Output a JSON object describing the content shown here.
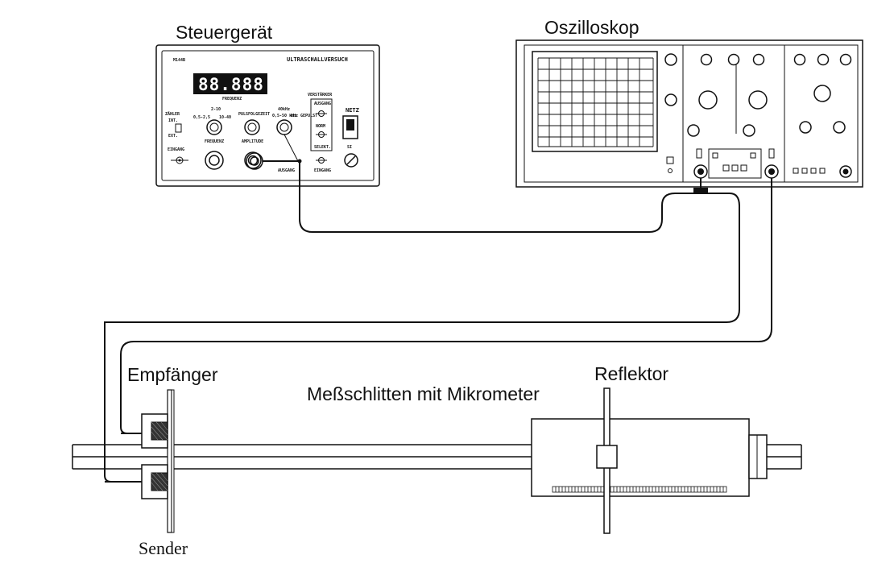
{
  "labels": {
    "controller": "Steuergerät",
    "oscilloscope": "Oszilloskop",
    "receiver": "Empfänger",
    "sled": "Meßschlitten mit Mikrometer",
    "reflector": "Reflektor",
    "transmitter": "Sender"
  },
  "controller_panel": {
    "model": "M144B",
    "title": "ULTRASCHALLVERSUCH",
    "display": "88.888",
    "frequency_label": "FREQUENZ",
    "counter_label": "ZÄHLER",
    "counter_int": "INT.",
    "counter_ext": "EXT.",
    "input_label": "EINGANG",
    "range_label": "2-10",
    "range_low": "0,5-2,5",
    "range_high": "10-40",
    "frequency_knob_label": "FREQUENZ",
    "pulse_label": "PULSFOLGEZEIT",
    "amplitude_label": "AMPLITUDE",
    "mode_label": "40kHz",
    "mode_left": "0,5-50 kHz",
    "mode_right": "kHz GEPULST",
    "amp_label": "VERSTÄRKER",
    "amp_out": "AUSGANG",
    "amp_norm": "NORM",
    "amp_select": "SELEKT.",
    "amp_in": "EINGANG",
    "output_label": "AUSGANG",
    "power_label": "NETZ",
    "fuse_label": "SI"
  }
}
